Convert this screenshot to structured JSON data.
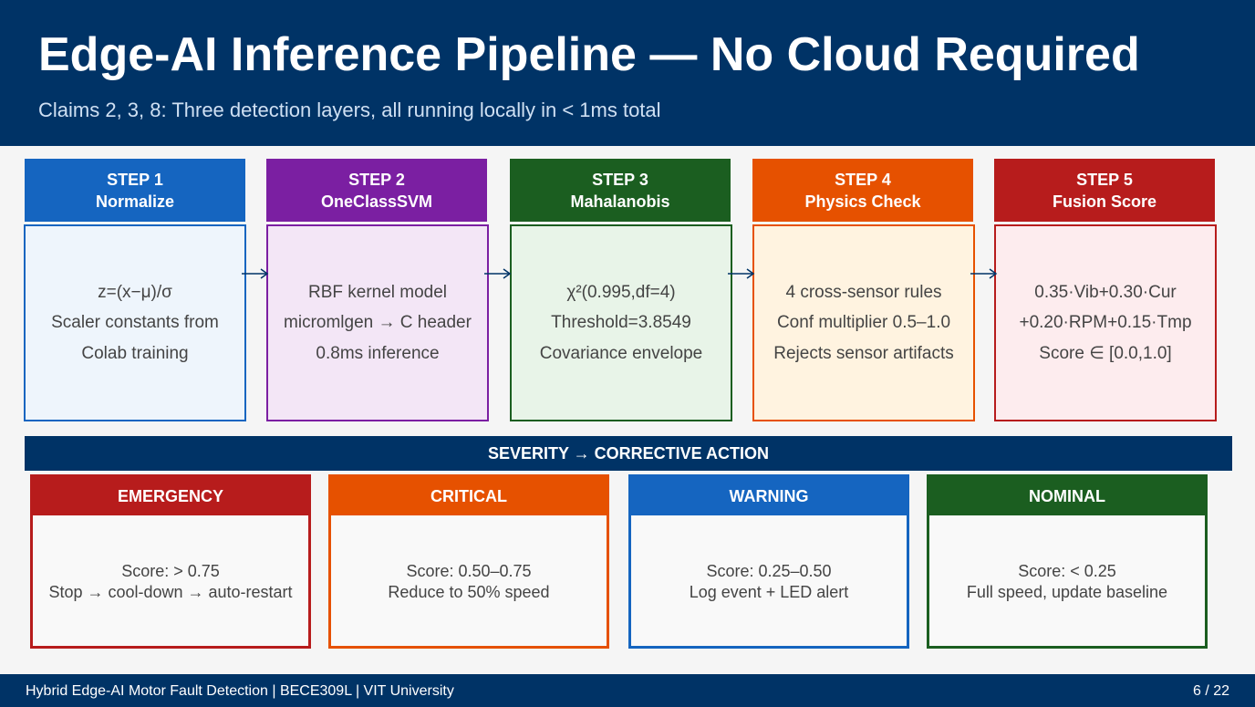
{
  "header": {
    "title": "Edge-AI Inference Pipeline — No Cloud Required",
    "subtitle": "Claims 2, 3, 8: Three detection layers, all running locally in < 1ms total"
  },
  "steps": [
    {
      "step": "STEP 1",
      "name": "Normalize",
      "color": "#1565c0",
      "bg": "#eef5fc",
      "lines": [
        "z=(x−μ)/σ",
        "Scaler constants from",
        "Colab training"
      ]
    },
    {
      "step": "STEP 2",
      "name": "OneClassSVM",
      "color": "#7b1fa2",
      "bg": "#f3e6f6",
      "lines": [
        "RBF kernel model",
        "micromlgen → C header",
        "0.8ms inference"
      ]
    },
    {
      "step": "STEP 3",
      "name": "Mahalanobis",
      "color": "#1b5e20",
      "bg": "#e8f4e8",
      "lines": [
        "χ²(0.995,df=4)",
        "Threshold=3.8549",
        "Covariance envelope"
      ]
    },
    {
      "step": "STEP 4",
      "name": "Physics Check",
      "color": "#e65100",
      "bg": "#fff3e0",
      "lines": [
        "4 cross-sensor rules",
        "Conf multiplier 0.5–1.0",
        "Rejects sensor artifacts"
      ]
    },
    {
      "step": "STEP 5",
      "name": "Fusion Score",
      "color": "#b71c1c",
      "bg": "#fdecee",
      "lines": [
        "0.35·Vib+0.30·Cur",
        "+0.20·RPM+0.15·Tmp",
        "Score ∈ [0.0,1.0]"
      ]
    }
  ],
  "severity": {
    "title": "SEVERITY → CORRECTIVE ACTION",
    "levels": [
      {
        "name": "EMERGENCY",
        "color": "#b71c1c",
        "score": "Score: > 0.75",
        "action": "Stop → cool-down → auto-restart"
      },
      {
        "name": "CRITICAL",
        "color": "#e65100",
        "score": "Score: 0.50–0.75",
        "action": "Reduce to 50% speed"
      },
      {
        "name": "WARNING",
        "color": "#1565c0",
        "score": "Score: 0.25–0.50",
        "action": "Log event + LED alert"
      },
      {
        "name": "NOMINAL",
        "color": "#1b5e20",
        "score": "Score: < 0.25",
        "action": "Full speed, update baseline"
      }
    ]
  },
  "footer": {
    "left": "Hybrid Edge-AI Motor Fault Detection  |  BECE309L  |  VIT University",
    "page": "6 / 22"
  }
}
